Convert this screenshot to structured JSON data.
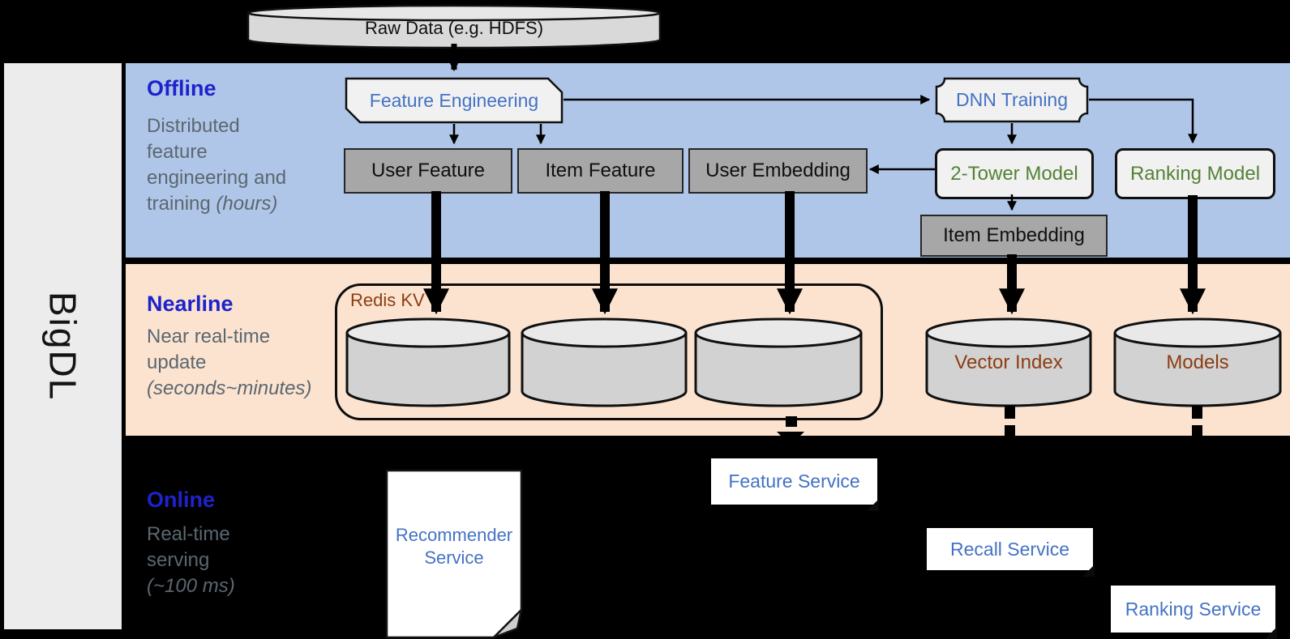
{
  "diagram": {
    "brand": "BigDL",
    "raw_data": "Raw Data (e.g. HDFS)",
    "sections": {
      "offline": {
        "title": "Offline",
        "sub": [
          {
            "t": "Distributed"
          },
          {
            "t": "feature"
          },
          {
            "t": "engineering and"
          },
          {
            "t": "training ",
            "i": "(hours)"
          }
        ]
      },
      "nearline": {
        "title": "Nearline",
        "sub": [
          {
            "t": "Near real-time"
          },
          {
            "t": "update"
          },
          {
            "t": "",
            "i": "(seconds~minutes)"
          }
        ]
      },
      "online": {
        "title": "Online",
        "sub": [
          {
            "t": "Real-time"
          },
          {
            "t": "serving"
          },
          {
            "t": "",
            "i": "(~100 ms)"
          }
        ]
      }
    },
    "nodes": {
      "feature_engineering": "Feature Engineering",
      "user_feature": "User Feature",
      "item_feature": "Item Feature",
      "user_embedding": "User Embedding",
      "dnn_training": "DNN Training",
      "two_tower_model": "2-Tower Model",
      "ranking_model": "Ranking Model",
      "item_embedding": "Item Embedding",
      "redis_kv": "Redis KV",
      "vector_index": "Vector Index",
      "models": "Models",
      "recommender_service": "Recommender Service",
      "feature_service": "Feature Service",
      "recall_service": "Recall Service",
      "ranking_service": "Ranking Service"
    },
    "colors": {
      "offline_band": "#b0c6e8",
      "nearline_band": "#fbe3d0",
      "online_band": "#000000",
      "sidebar_gray": "#ececec",
      "section_title_blue": "#1d23cc",
      "subtitle_gray": "#5b6770",
      "process_text_blue": "#4472c4",
      "model_text_green": "#548235",
      "store_text_brown": "#8c3d12",
      "gray_node_fill": "#a7a7a7",
      "light_node_fill": "#f1f1f1"
    }
  }
}
